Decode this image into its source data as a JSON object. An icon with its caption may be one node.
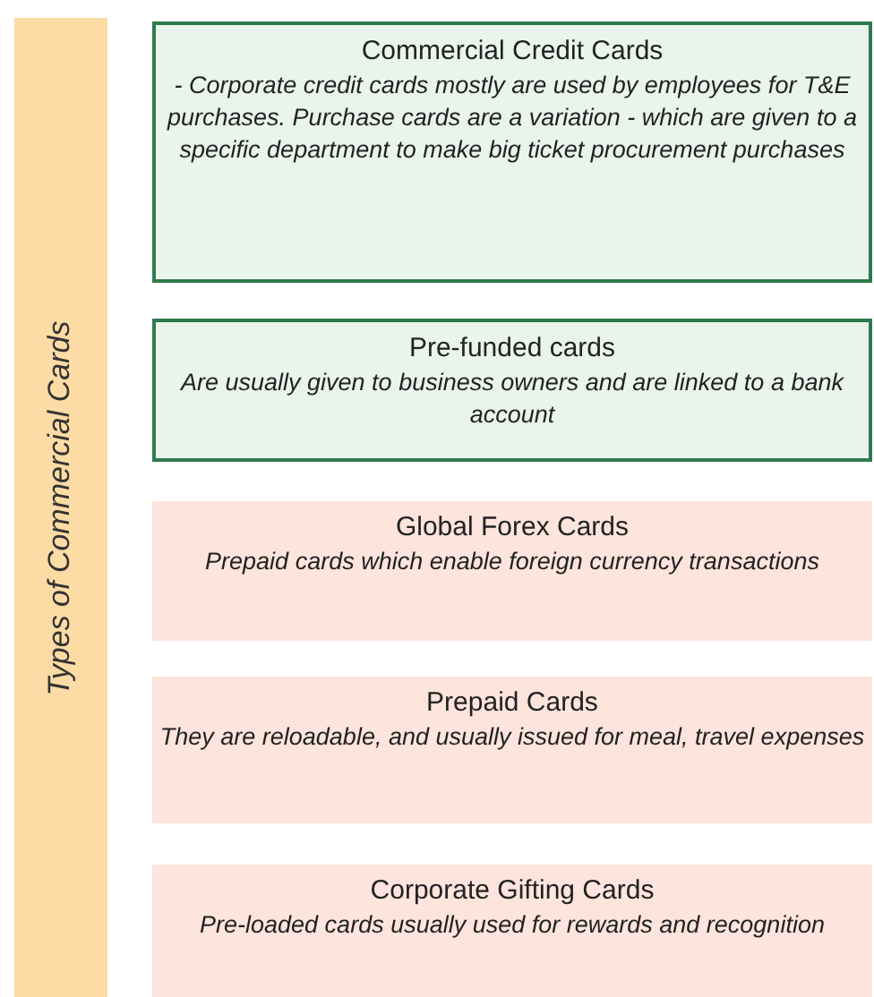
{
  "diagram": {
    "nodes": [
      {
        "text": [
          "Types of Commercial Cards"
        ]
      },
      {
        "text": [
          "Commercial Credit Cards",
          "- Corporate credit cards mostly are used by employees for T&E purchases. Purchase cards are a variation -  which are given to a specific department to make big ticket procurement purchases"
        ]
      },
      {
        "text": [
          "Pre-funded cards",
          "Are usually given to business owners and are linked to a bank account"
        ]
      },
      {
        "text": [
          "Global Forex Cards",
          "Prepaid cards which enable foreign currency transactions"
        ]
      },
      {
        "text": [
          "Prepaid Cards",
          "They are reloadable, and usually issued for meal, travel expenses"
        ]
      },
      {
        "text": [
          "Corporate Gifting Cards",
          "Pre-loaded cards usually used for rewards and recognition"
        ]
      }
    ]
  }
}
